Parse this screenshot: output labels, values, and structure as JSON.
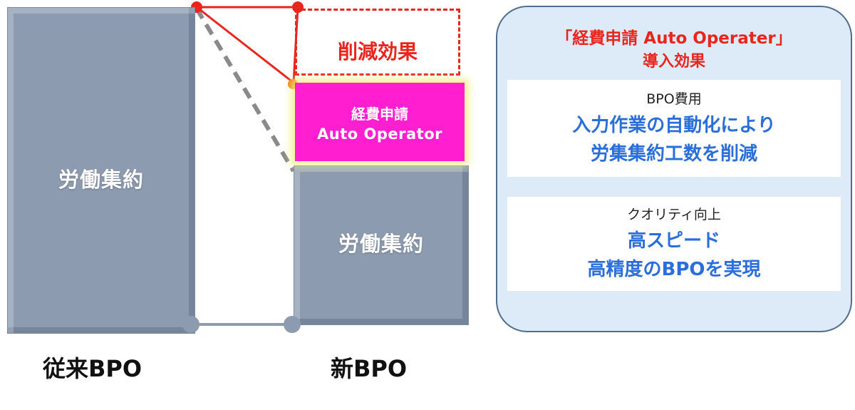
{
  "diagram": {
    "bar_label": "労働集約",
    "categories": {
      "old": "従来BPO",
      "new": "新BPO"
    },
    "reduction_label": "削減効果",
    "product": {
      "line1": "経費申請",
      "line2": "Auto Operator"
    }
  },
  "panel": {
    "title_line1": "「経費申請 Auto Operater」",
    "title_line2": "導入効果",
    "cards": [
      {
        "heading": "BPO費用",
        "body_line1": "入力作業の自動化により",
        "body_line2": "労集集約工数を削減"
      },
      {
        "heading": "クオリティ向上",
        "body_line1": "高スピード",
        "body_line2": "高精度のBPOを実現"
      }
    ]
  },
  "colors": {
    "bar": "#8d9bb0",
    "accent_red": "#e8261e",
    "product_magenta": "#ff1fd0",
    "panel_bg": "#ddeaf8",
    "panel_text_blue": "#2a6fd9"
  }
}
